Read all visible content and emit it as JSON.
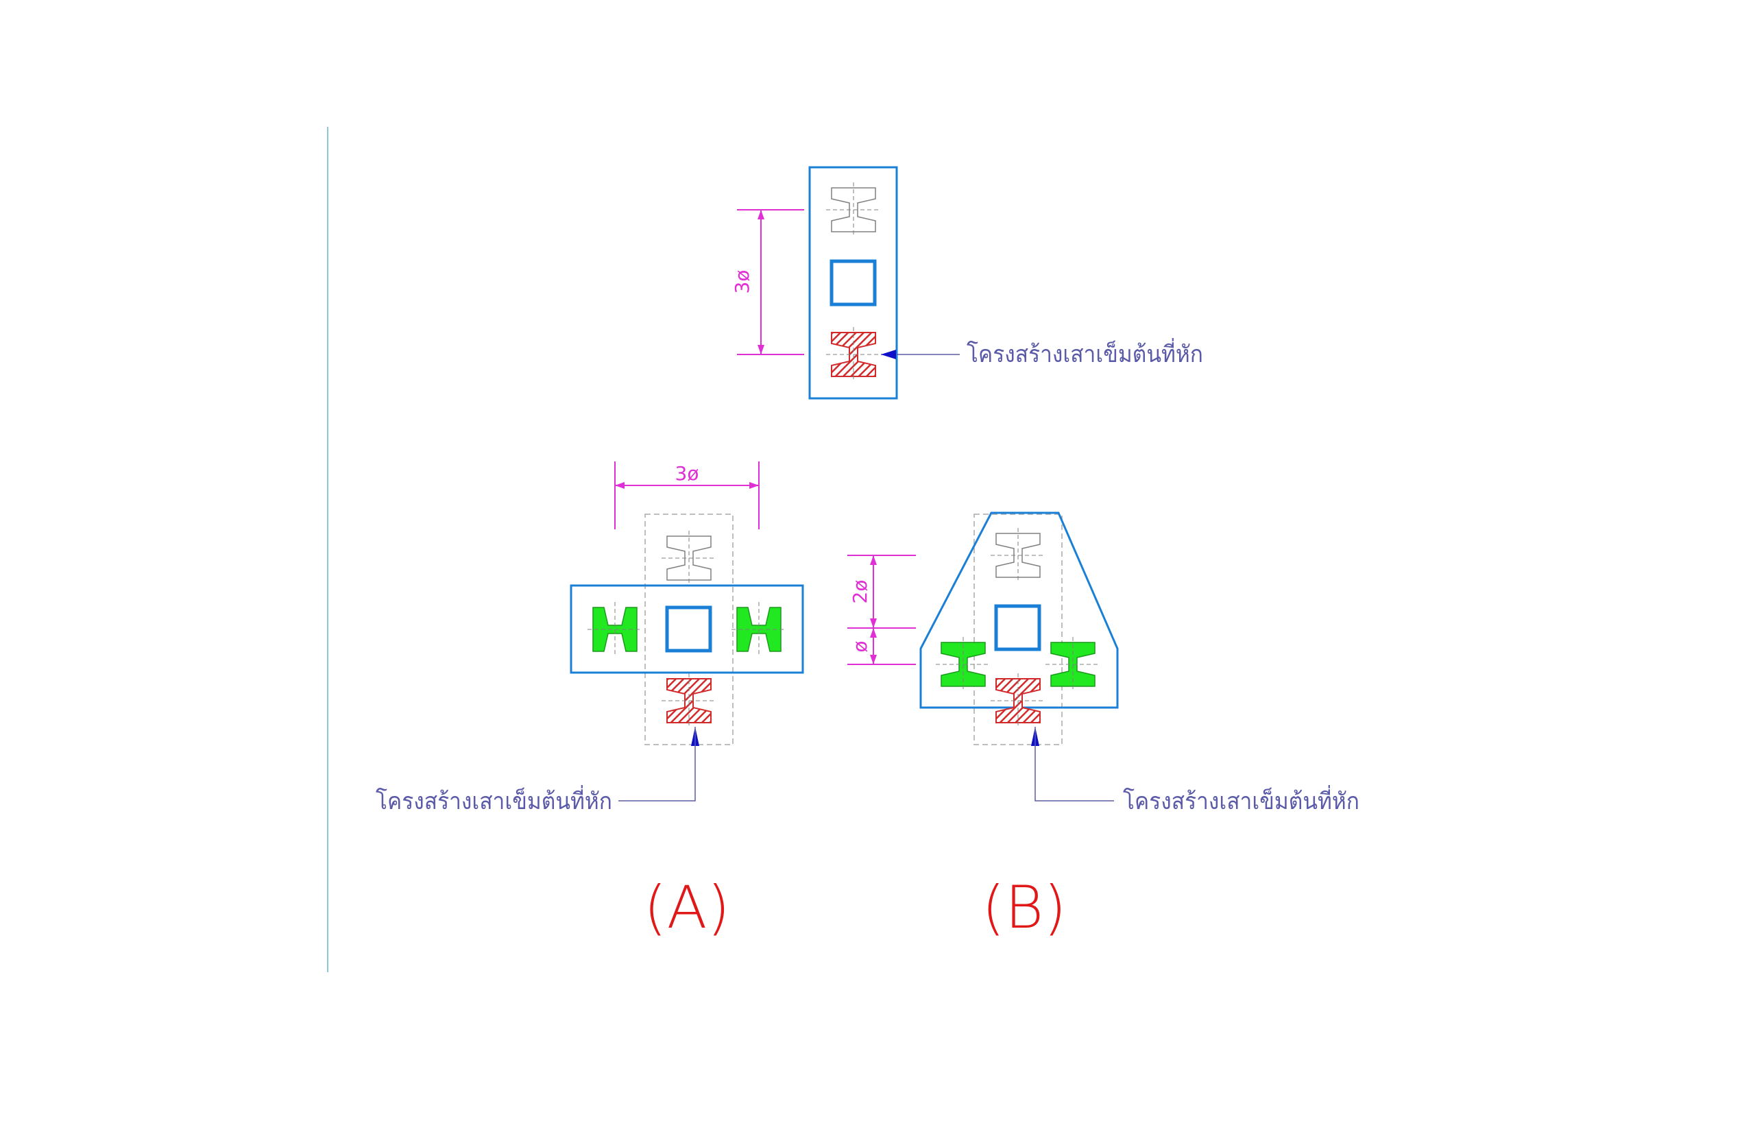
{
  "labels": {
    "broken_pile": "โครงสร้างเสาเข็มต้นที่หัก",
    "panel_a": "(A)",
    "panel_b": "(B)"
  },
  "dimensions": {
    "top_vertical": "3ø",
    "a_horizontal": "3ø",
    "b_upper": "2ø",
    "b_lower": "ø"
  },
  "colors": {
    "pile_cap_outline": "#1a7fd6",
    "column": "#1a7fd6",
    "dimension": "#e02fd4",
    "leader_text": "#5a5aa8",
    "leader_arrow": "#1010c8",
    "new_pile": "#22e822",
    "broken_pile": "#d22a2a",
    "existing_pile": "#808080",
    "panel_label": "#e01818",
    "border_line": "#8ec8d0"
  }
}
